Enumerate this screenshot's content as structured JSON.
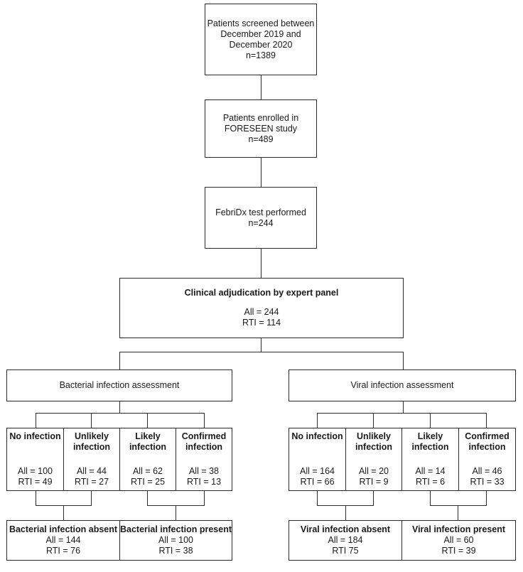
{
  "flow": {
    "screened": {
      "text": "Patients screened between\nDecember 2019 and\nDecember 2020\nn=1389"
    },
    "enrolled": {
      "text": "Patients enrolled in\nFORESEEN study\nn=489"
    },
    "febridx": {
      "text": "FebriDx test performed\nn=244"
    },
    "adjudication": {
      "title": "Clinical adjudication by expert panel",
      "all": "All = 244",
      "rti": "RTI = 114"
    }
  },
  "bacterial": {
    "title": "Bacterial infection assessment",
    "categories": [
      {
        "name": "No infection",
        "all": "All = 100",
        "rti": "RTI = 49"
      },
      {
        "name": "Unlikely\ninfection",
        "all": "All = 44",
        "rti": "RTI = 27"
      },
      {
        "name": "Likely\ninfection",
        "all": "All = 62",
        "rti": "RTI = 25"
      },
      {
        "name": "Confirmed\ninfection",
        "all": "All = 38",
        "rti": "RTI = 13"
      }
    ],
    "outcomes": [
      {
        "name": "Bacterial infection absent",
        "all": "All = 144",
        "rti": "RTI = 76"
      },
      {
        "name": "Bacterial infection present",
        "all": "All = 100",
        "rti": "RTI = 38"
      }
    ]
  },
  "viral": {
    "title": "Viral infection assessment",
    "categories": [
      {
        "name": "No infection",
        "all": "All = 164",
        "rti": "RTI = 66"
      },
      {
        "name": "Unlikely\ninfection",
        "all": "All = 20",
        "rti": "RTI = 9"
      },
      {
        "name": "Likely\ninfection",
        "all": "All = 14",
        "rti": "RTI = 6"
      },
      {
        "name": "Confirmed\ninfection",
        "all": "All = 46",
        "rti": "RTI = 33"
      }
    ],
    "outcomes": [
      {
        "name": "Viral infection absent",
        "all": "All = 184",
        "rti": "RTI 75"
      },
      {
        "name": "Viral infection present",
        "all": "All = 60",
        "rti": "RTI = 39"
      }
    ]
  }
}
